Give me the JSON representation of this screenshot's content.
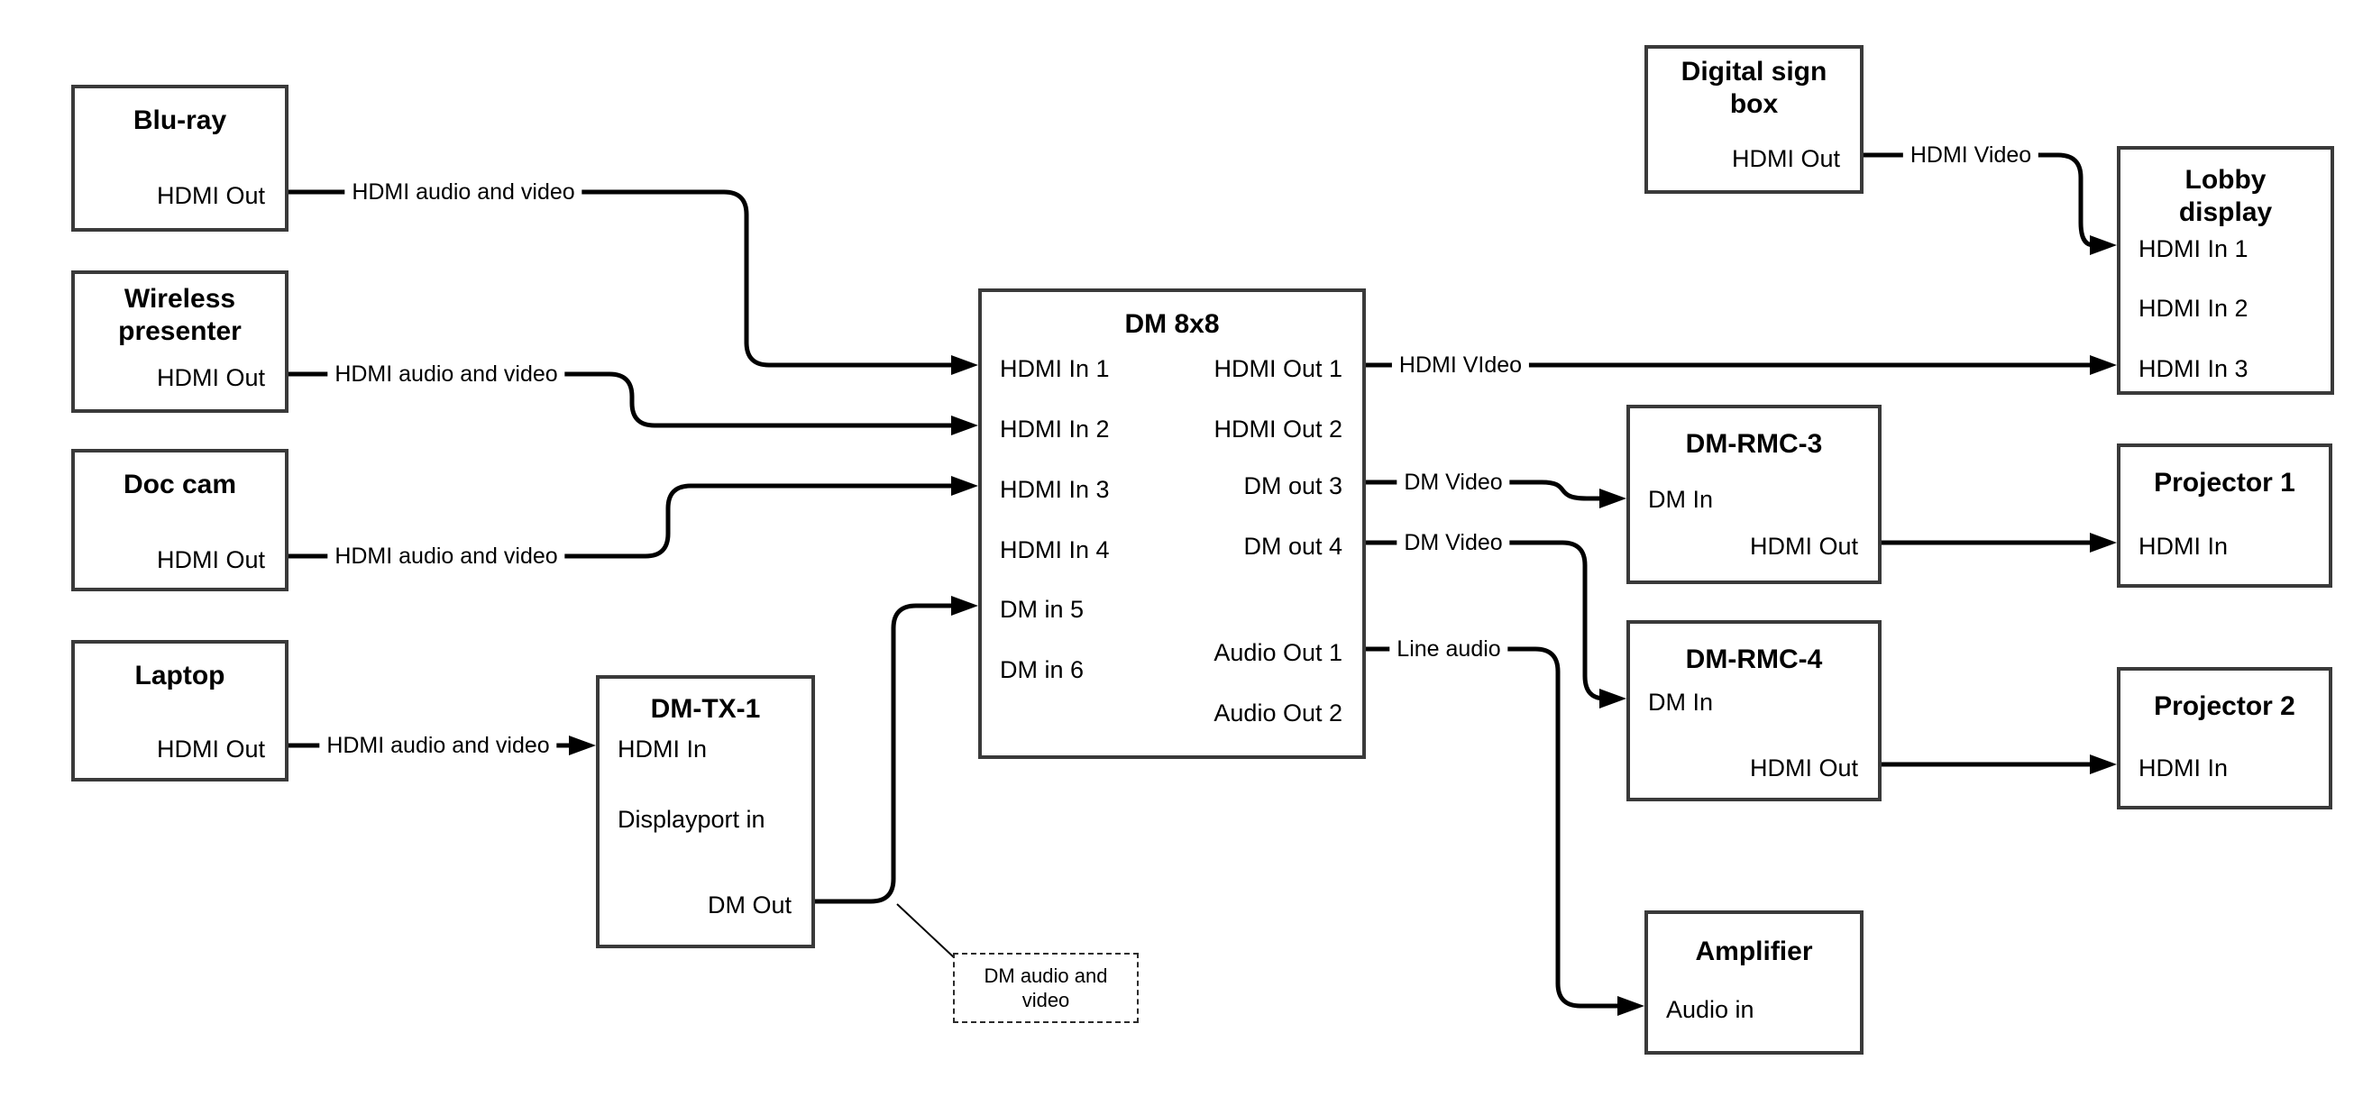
{
  "palette": {
    "background": "#ffffff",
    "box_border": "#3a3a3a",
    "wire": "#000000",
    "text": "#000000"
  },
  "nodes": {
    "bluray": {
      "title": "Blu-ray",
      "hdmi_out": "HDMI Out"
    },
    "wireless": {
      "title": "Wireless presenter",
      "hdmi_out": "HDMI Out"
    },
    "doc_cam": {
      "title": "Doc cam",
      "hdmi_out": "HDMI Out"
    },
    "laptop": {
      "title": "Laptop",
      "hdmi_out": "HDMI Out"
    },
    "dm_tx_1": {
      "title": "DM-TX-1",
      "hdmi_in": "HDMI In",
      "displayport_in": "Displayport in",
      "dm_out": "DM Out"
    },
    "dm_8x8": {
      "title": "DM 8x8",
      "hdmi_in_1": "HDMI In 1",
      "hdmi_in_2": "HDMI In 2",
      "hdmi_in_3": "HDMI In 3",
      "hdmi_in_4": "HDMI In 4",
      "dm_in_5": "DM in 5",
      "dm_in_6": "DM in 6",
      "hdmi_out_1": "HDMI Out 1",
      "hdmi_out_2": "HDMI Out 2",
      "dm_out_3": "DM out 3",
      "dm_out_4": "DM out 4",
      "audio_out_1": "Audio Out 1",
      "audio_out_2": "Audio Out 2"
    },
    "digital_sign_box": {
      "title": "Digital sign box",
      "hdmi_out": "HDMI Out"
    },
    "lobby_display": {
      "title": "Lobby display",
      "hdmi_in_1": "HDMI In 1",
      "hdmi_in_2": "HDMI In 2",
      "hdmi_in_3": "HDMI In 3"
    },
    "dm_rmc_3": {
      "title": "DM-RMC-3",
      "dm_in": "DM In",
      "hdmi_out": "HDMI Out"
    },
    "projector_1": {
      "title": "Projector 1",
      "hdmi_in": "HDMI In"
    },
    "dm_rmc_4": {
      "title": "DM-RMC-4",
      "dm_in": "DM In",
      "hdmi_out": "HDMI Out"
    },
    "projector_2": {
      "title": "Projector 2",
      "hdmi_in": "HDMI In"
    },
    "amplifier": {
      "title": "Amplifier",
      "audio_in": "Audio in"
    }
  },
  "edge_labels": {
    "bluray_to_in1": "HDMI audio and video",
    "wireless_to_in2": "HDMI audio and video",
    "doccam_to_in3": "HDMI audio and video",
    "laptop_to_tx": "HDMI audio and video",
    "out1_to_lobby": "HDMI VIdeo",
    "sign_to_lobby": "HDMI Video",
    "out3_to_rmc3": "DM Video",
    "out4_to_rmc4": "DM Video",
    "audio1_to_amp": "Line audio",
    "dm_out_note": "DM audio and video"
  }
}
